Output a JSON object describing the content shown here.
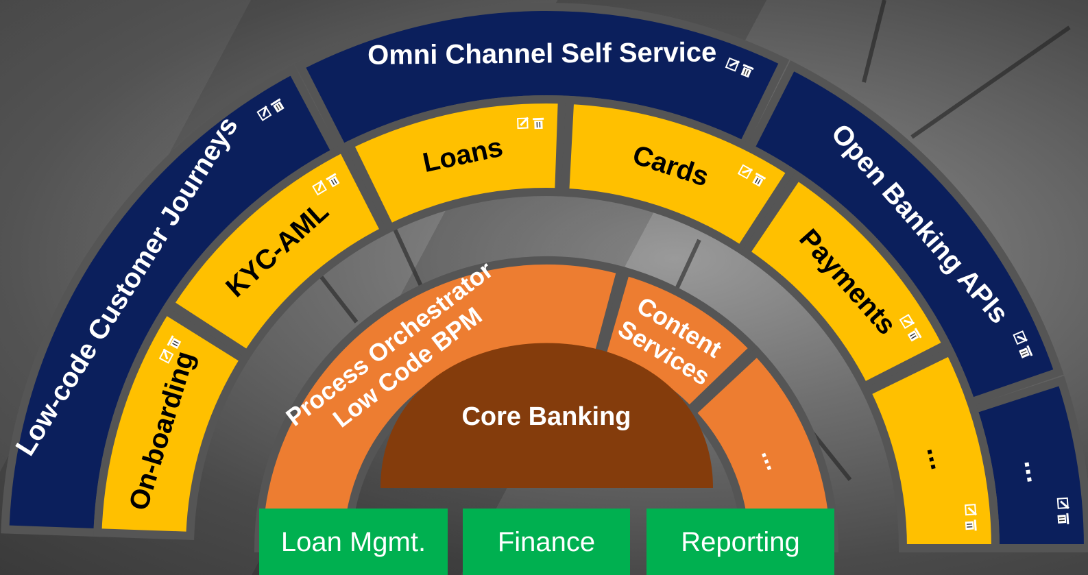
{
  "colors": {
    "navy": "#0b1f5c",
    "yellow": "#ffc000",
    "orange": "#ed7d31",
    "brown": "#843c0c",
    "green": "#00b050",
    "gap": "#555555"
  },
  "icons": [
    "edit-icon",
    "delete-icon"
  ],
  "outer_ring": [
    {
      "label": "Low-code Customer Journeys"
    },
    {
      "label": "Omni Channel Self Service"
    },
    {
      "label": "Open Banking APIs"
    },
    {
      "label": "..."
    }
  ],
  "middle_ring": [
    {
      "label": "On-boarding"
    },
    {
      "label": "KYC-AML"
    },
    {
      "label": "Loans"
    },
    {
      "label": "Cards"
    },
    {
      "label": "Payments"
    },
    {
      "label": "..."
    }
  ],
  "inner_ring": [
    {
      "label": "Process Orchestrator",
      "label2": "Low Code BPM"
    },
    {
      "label": "Content",
      "label2": "Services"
    },
    {
      "label": "..."
    }
  ],
  "core": {
    "label": "Core Banking"
  },
  "bottom_boxes": [
    {
      "label": "Loan Mgmt."
    },
    {
      "label": "Finance"
    },
    {
      "label": "Reporting"
    }
  ]
}
